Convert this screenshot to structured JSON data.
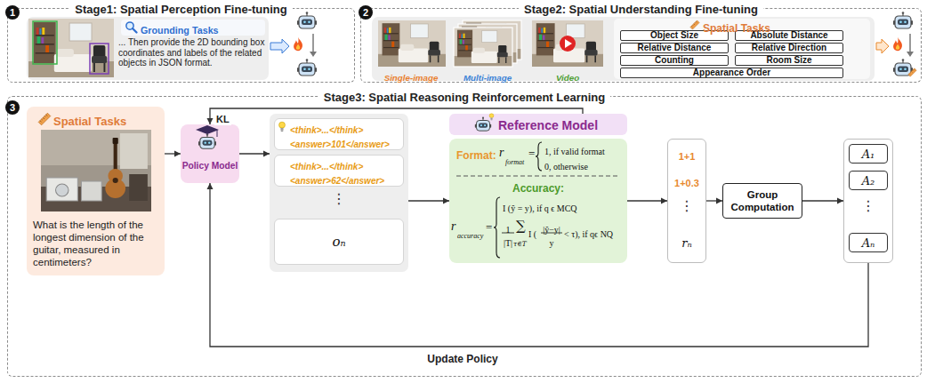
{
  "diagram": {
    "nodes": [
      {
        "text": [
          "Stage1: Spatial Perception Fine-tuning"
        ]
      },
      {
        "text": [
          "1"
        ],
        "in": 0
      },
      {
        "text": [
          "... Then provide the 2D bounding box coordinates and labels of the related objects in JSON format."
        ],
        "in": 0
      },
      {
        "text": [
          "Grounding Tasks"
        ],
        "in": 2
      },
      {
        "text": [
          "Stage2: Spatial Understanding Fine-tuning"
        ]
      },
      {
        "text": [
          "2"
        ],
        "in": 4
      },
      {
        "text": [
          "Single-image",
          "Multi-image",
          "Video"
        ],
        "in": 4
      },
      {
        "text": [
          "Spatial Tasks"
        ],
        "in": 6
      },
      {
        "text": [
          "Object Size"
        ],
        "in": 7
      },
      {
        "text": [
          "Absolute Distance"
        ],
        "in": 7
      },
      {
        "text": [
          "Relative Distance"
        ],
        "in": 7
      },
      {
        "text": [
          "Relative Direction"
        ],
        "in": 7
      },
      {
        "text": [
          "Counting"
        ],
        "in": 7
      },
      {
        "text": [
          "Room Size"
        ],
        "in": 7
      },
      {
        "text": [
          "Appearance Order"
        ],
        "in": 7
      },
      {
        "text": [
          "Stage3: Spatial Reasoning Reinforcement Learning"
        ]
      },
      {
        "text": [
          "3"
        ],
        "in": 15
      },
      {
        "text": [
          "Spatial Tasks",
          "What is the length of the longest dimension of the guitar, measured in centimeters?"
        ],
        "in": 15
      },
      {
        "text": [
          "Policy Model"
        ],
        "in": 15
      },
      {
        "text": [
          "⋮"
        ],
        "in": 15
      },
      {
        "text": [
          "<think>...</think>",
          "<answer>101</answer>"
        ],
        "in": 19
      },
      {
        "text": [
          "<think>...</think>",
          "<answer>62</answer>"
        ],
        "in": 19
      },
      {
        "text": [
          "oₙ"
        ],
        "in": 19
      },
      {
        "text": [
          "Reference Model"
        ],
        "in": 15
      },
      {
        "text": [
          "Format:",
          "r",
          "format",
          "=",
          "1, if valid format",
          "0, otherwise",
          "Accuracy:",
          "r",
          "accuracy",
          "=",
          "I (ŷ = y), if q ϵ MCQ",
          "1",
          "|T|",
          "∑",
          "τ∈T",
          "I (",
          "|ŷ−y|",
          "y",
          "< τ), if qϵ NQ"
        ],
        "in": 15
      },
      {
        "text": [
          "1+1",
          "1+0.3",
          "⋮",
          "rₙ"
        ],
        "in": 15
      },
      {
        "text": [
          "Group Computation"
        ],
        "in": 15
      },
      {
        "text": [
          "⋮"
        ],
        "in": 15
      },
      {
        "text": [
          "A₁"
        ],
        "in": 27
      },
      {
        "text": [
          "A₂"
        ],
        "in": 27
      },
      {
        "text": [
          "Aₙ"
        ],
        "in": 27
      }
    ],
    "edges": [
      {
        "from": 17,
        "to": 18,
        "arrow": "to"
      },
      {
        "from": 18,
        "to": 19,
        "arrow": "to"
      },
      {
        "from": 19,
        "to": 24,
        "arrow": "to"
      },
      {
        "from": 24,
        "to": 25,
        "arrow": "to"
      },
      {
        "from": 25,
        "to": 26,
        "arrow": "to"
      },
      {
        "from": 26,
        "to": 27,
        "arrow": "to"
      },
      {
        "from": 27,
        "to": 18,
        "label": "Update Policy",
        "arrow": "to"
      },
      {
        "from": 23,
        "to": 18,
        "label": "KL",
        "arrow": "to"
      }
    ]
  }
}
